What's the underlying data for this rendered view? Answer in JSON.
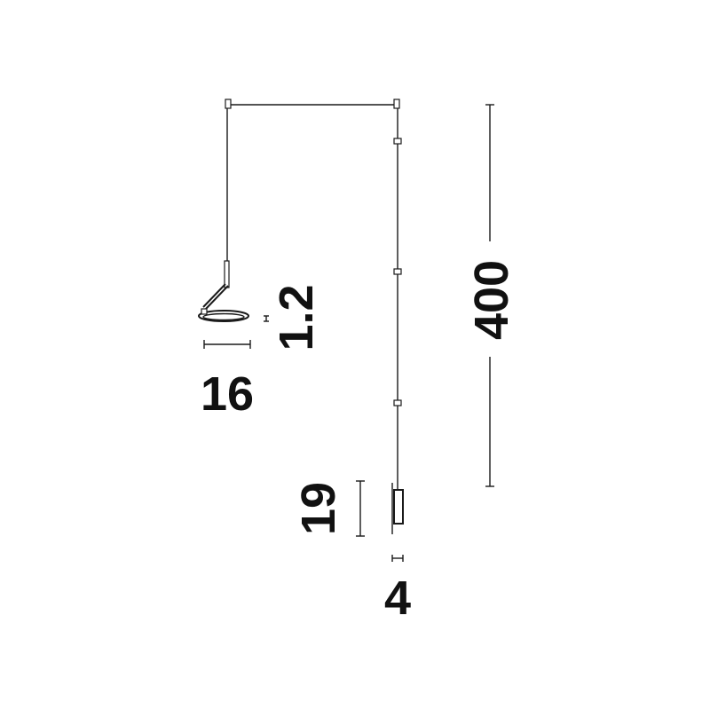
{
  "dimensions": {
    "ring_diameter": "16",
    "ring_thickness": "1.2",
    "total_drop": "400",
    "canopy_height": "19",
    "canopy_depth": "4"
  },
  "colors": {
    "line": "#1a1a1a",
    "text": "#111111",
    "background": "#ffffff"
  }
}
